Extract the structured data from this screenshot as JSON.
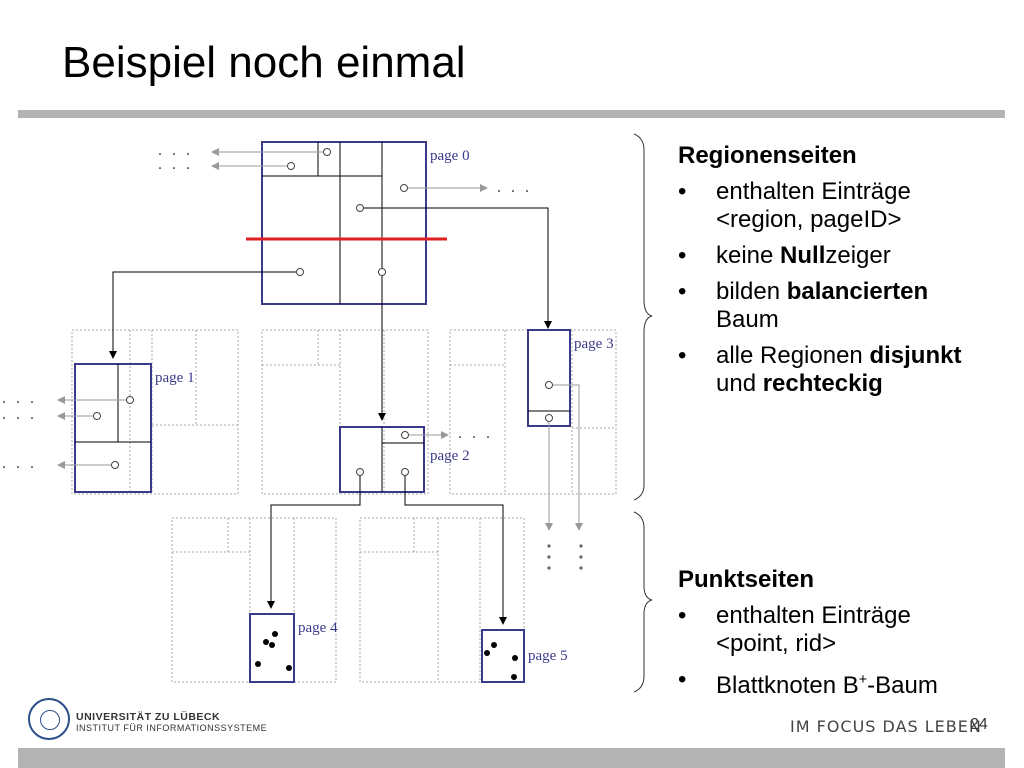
{
  "title": "Beispiel noch einmal",
  "diagram": {
    "page_labels": [
      "page 0",
      "page 1",
      "page 2",
      "page 3",
      "page 4",
      "page 5"
    ],
    "ellipsis": ". . .",
    "colors": {
      "active": "#3a3a8c",
      "inactive": "#999999",
      "split_line": "#e02020",
      "pointer": "#000000"
    }
  },
  "region_pages": {
    "heading": "Regionenseiten",
    "items": [
      {
        "pre": "enthalten Einträge <region, pageID>",
        "bold": "",
        "post": ""
      },
      {
        "pre": "keine ",
        "bold": "Null",
        "post": "zeiger"
      },
      {
        "pre": "bilden ",
        "bold": "balancierten",
        "post": " Baum"
      },
      {
        "pre": "alle Regionen ",
        "bold": "disjunkt",
        "post": " und ",
        "bold2": "rechteckig"
      }
    ]
  },
  "point_pages": {
    "heading": "Punktseiten",
    "items": [
      {
        "pre": "enthalten Einträge <point, rid>"
      },
      {
        "pre": "",
        "arrow": "",
        "text": " Blattknoten B",
        "sup": "+",
        "post": "-Baum"
      }
    ]
  },
  "footer": {
    "university": "UNIVERSITÄT ZU LÜBECK",
    "institute": "INSTITUT FÜR INFORMATIONSSYSTEME",
    "motto": "IM FOCUS DAS LEBEN",
    "page_number": "24"
  }
}
